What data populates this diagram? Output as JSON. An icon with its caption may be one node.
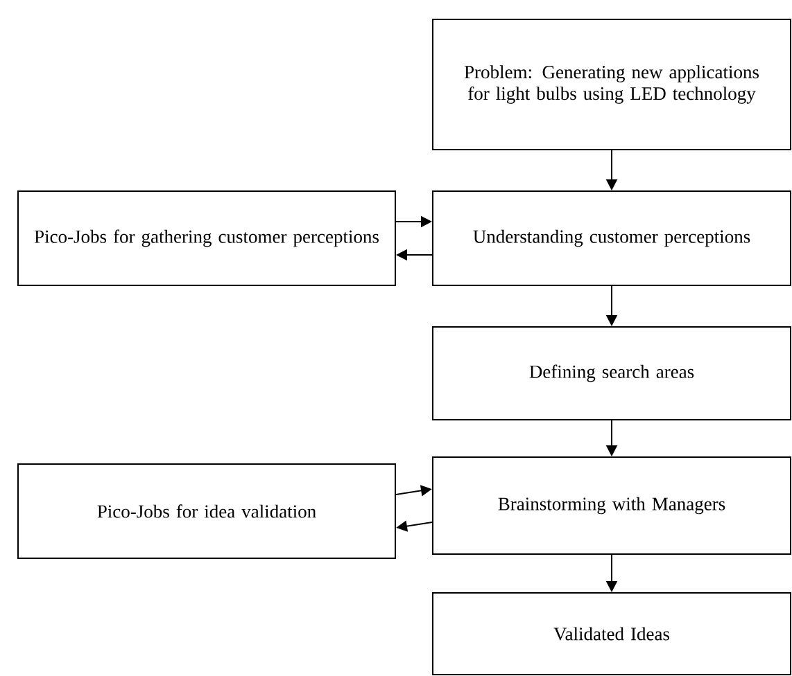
{
  "diagram": {
    "nodes": [
      {
        "text": [
          "Problem: Generating new applications for light bulbs using LED technology"
        ]
      },
      {
        "text": [
          "Pico-Jobs for gathering customer perceptions"
        ]
      },
      {
        "text": [
          "Understanding customer perceptions"
        ]
      },
      {
        "text": [
          "Defining search areas"
        ]
      },
      {
        "text": [
          "Pico-Jobs for idea validation"
        ]
      },
      {
        "text": [
          "Brainstorming with Managers"
        ]
      },
      {
        "text": [
          "Validated Ideas"
        ]
      }
    ],
    "edges": [
      {
        "from": 0,
        "to": 2,
        "arrow": "to"
      },
      {
        "from": 1,
        "to": 2,
        "arrow": "to"
      },
      {
        "from": 2,
        "to": 1,
        "arrow": "to"
      },
      {
        "from": 2,
        "to": 3,
        "arrow": "to"
      },
      {
        "from": 3,
        "to": 5,
        "arrow": "to"
      },
      {
        "from": 4,
        "to": 5,
        "arrow": "to"
      },
      {
        "from": 5,
        "to": 4,
        "arrow": "to"
      },
      {
        "from": 5,
        "to": 6,
        "arrow": "to"
      }
    ]
  }
}
